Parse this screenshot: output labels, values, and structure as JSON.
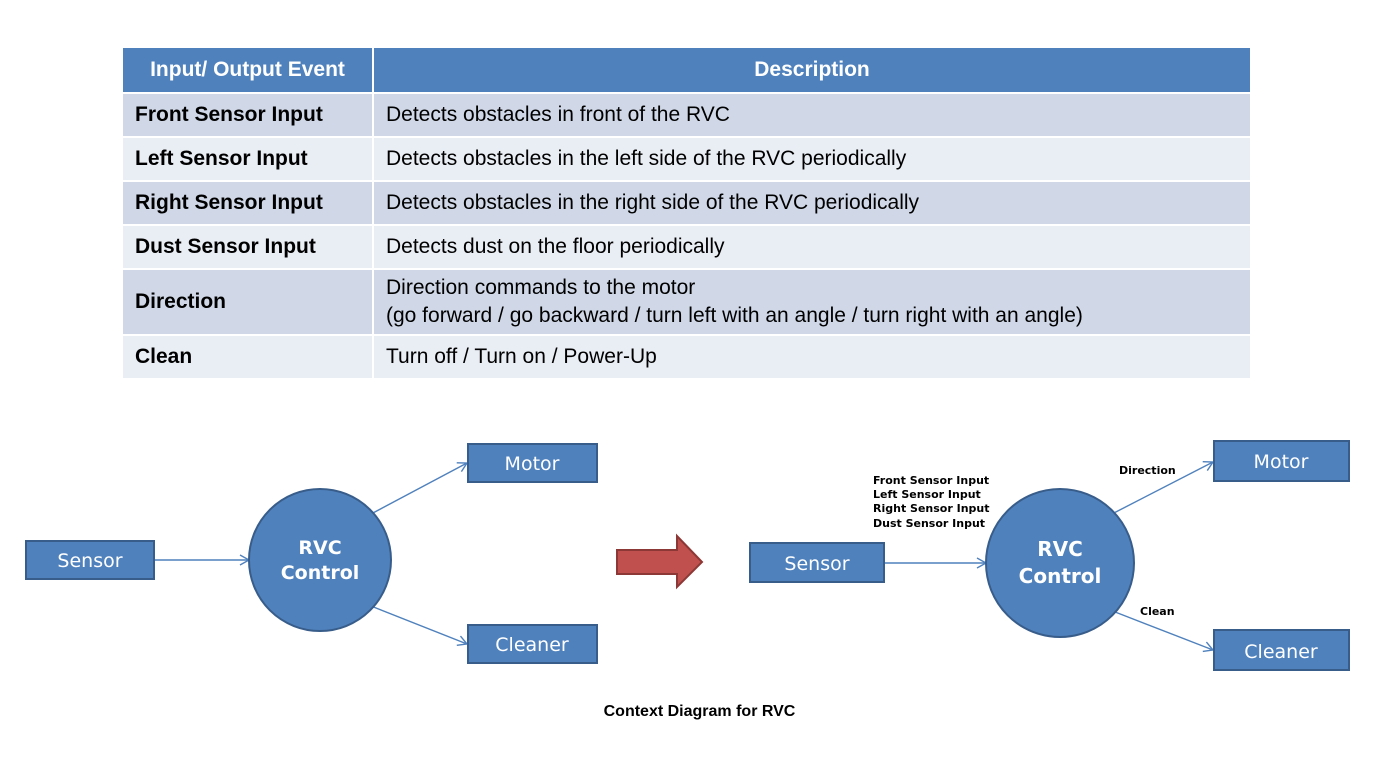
{
  "table": {
    "headers": {
      "event": "Input/ Output Event",
      "description": "Description"
    },
    "rows": [
      {
        "event": "Front Sensor Input",
        "description": [
          "Detects obstacles in front of the RVC"
        ]
      },
      {
        "event": "Left Sensor Input",
        "description": [
          "Detects obstacles in the left side of the RVC periodically"
        ]
      },
      {
        "event": "Right Sensor Input",
        "description": [
          "Detects obstacles in the right side of the RVC periodically"
        ]
      },
      {
        "event": "Dust Sensor Input",
        "description": [
          "Detects dust on the floor periodically"
        ]
      },
      {
        "event": "Direction",
        "description": [
          "Direction commands to the motor",
          "(go forward / go backward / turn left with an angle / turn right with an angle)"
        ]
      },
      {
        "event": "Clean",
        "description": [
          "Turn off / Turn on / Power-Up"
        ]
      }
    ]
  },
  "diagram_left": {
    "sensor": "Sensor",
    "control_line1": "RVC",
    "control_line2": "Control",
    "motor": "Motor",
    "cleaner": "Cleaner"
  },
  "diagram_right": {
    "sensor": "Sensor",
    "control_line1": "RVC",
    "control_line2": "Control",
    "motor": "Motor",
    "cleaner": "Cleaner",
    "sensor_inputs": [
      "Front Sensor Input",
      "Left Sensor Input",
      "Right Sensor Input",
      "Dust Sensor Input"
    ],
    "direction_label": "Direction",
    "clean_label": "Clean"
  },
  "caption": "Context Diagram for RVC",
  "colors": {
    "header": "#4f81bd",
    "row_dark": "#d0d8e8",
    "row_light": "#e9edf4",
    "node_fill": "#4f81bd",
    "node_stroke": "#385d8a",
    "transform_arrow": "#c0504d"
  }
}
